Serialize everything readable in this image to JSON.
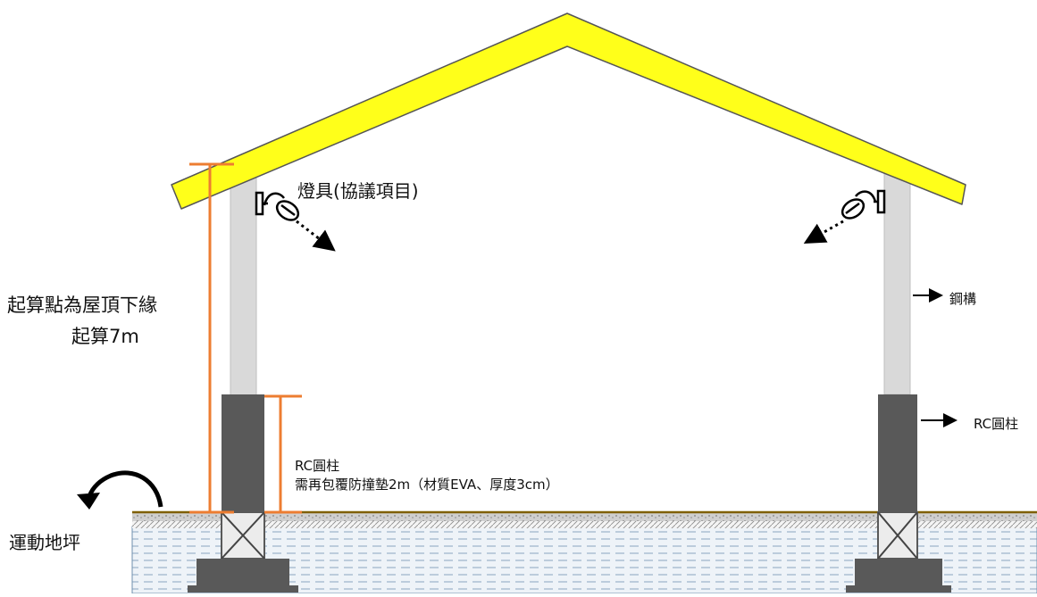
{
  "labels": {
    "lamp": "燈具(協議項目)",
    "height_line1": "起算點為屋頂下緣",
    "height_line2": "起算7m",
    "rc_left_line1": "RC圓柱",
    "rc_left_line2": "需再包覆防撞墊2m（材質EVA、厚度3cm）",
    "steel": "鋼構",
    "rc_right": "RC圓柱",
    "floor": "運動地坪"
  },
  "colors": {
    "roof": "#ffff1a",
    "roof_outline": "#555555",
    "steel_column": "#d9d9d9",
    "rc_column": "#595959",
    "dimension_line": "#ed7d31",
    "floor_line": "#7f6000",
    "ground": "#c9d7e3"
  }
}
